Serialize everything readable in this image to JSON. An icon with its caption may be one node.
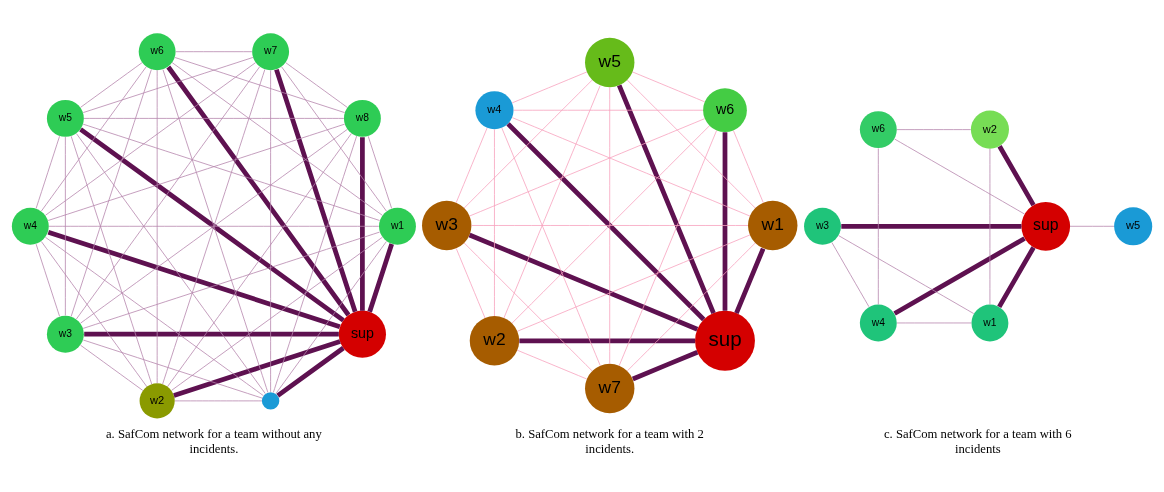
{
  "diagram": {
    "nodes": [
      {
        "text": [
          "sup"
        ]
      },
      {
        "text": [
          "w1"
        ]
      },
      {
        "text": [
          "w2"
        ]
      },
      {
        "text": [
          "w3"
        ]
      },
      {
        "text": [
          "w4"
        ]
      },
      {
        "text": [
          "w5"
        ]
      },
      {
        "text": [
          "w6"
        ]
      },
      {
        "text": [
          "w7"
        ]
      },
      {
        "text": [
          "w8"
        ]
      },
      {
        "text": [],
        "shape": "circle"
      },
      {
        "text": [
          "sup"
        ]
      },
      {
        "text": [
          "w1"
        ]
      },
      {
        "text": [
          "w2"
        ]
      },
      {
        "text": [
          "w3"
        ]
      },
      {
        "text": [
          "w4"
        ]
      },
      {
        "text": [
          "w5"
        ]
      },
      {
        "text": [
          "w6"
        ]
      },
      {
        "text": [
          "w7"
        ]
      },
      {
        "text": [
          "sup"
        ]
      },
      {
        "text": [
          "w1"
        ]
      },
      {
        "text": [
          "w2"
        ]
      },
      {
        "text": [
          "w3"
        ]
      },
      {
        "text": [
          "w4"
        ]
      },
      {
        "text": [
          "w5"
        ]
      },
      {
        "text": [
          "w6"
        ]
      }
    ],
    "edges": [
      {
        "from": 0,
        "to": 1,
        "arrow": "none",
        "style": "thick",
        "color": "#5e1150"
      },
      {
        "from": 0,
        "to": 2,
        "arrow": "none",
        "style": "thick",
        "color": "#5e1150"
      },
      {
        "from": 0,
        "to": 3,
        "arrow": "none",
        "style": "thick",
        "color": "#5e1150"
      },
      {
        "from": 0,
        "to": 4,
        "arrow": "none",
        "style": "thick",
        "color": "#5e1150"
      },
      {
        "from": 0,
        "to": 5,
        "arrow": "none",
        "style": "thick",
        "color": "#5e1150"
      },
      {
        "from": 0,
        "to": 6,
        "arrow": "none",
        "style": "thick",
        "color": "#5e1150"
      },
      {
        "from": 0,
        "to": 7,
        "arrow": "none",
        "style": "thick",
        "color": "#5e1150"
      },
      {
        "from": 0,
        "to": 8,
        "arrow": "none",
        "style": "thick",
        "color": "#5e1150"
      },
      {
        "from": 0,
        "to": 9,
        "arrow": "none",
        "style": "thick",
        "color": "#5e1150"
      },
      {
        "from": 1,
        "to": 2,
        "arrow": "none"
      },
      {
        "from": 1,
        "to": 3,
        "arrow": "none"
      },
      {
        "from": 1,
        "to": 4,
        "arrow": "none"
      },
      {
        "from": 1,
        "to": 5,
        "arrow": "none"
      },
      {
        "from": 1,
        "to": 6,
        "arrow": "none"
      },
      {
        "from": 1,
        "to": 7,
        "arrow": "none"
      },
      {
        "from": 1,
        "to": 8,
        "arrow": "none"
      },
      {
        "from": 1,
        "to": 9,
        "arrow": "none"
      },
      {
        "from": 2,
        "to": 3,
        "arrow": "none"
      },
      {
        "from": 2,
        "to": 4,
        "arrow": "none"
      },
      {
        "from": 2,
        "to": 5,
        "arrow": "none"
      },
      {
        "from": 2,
        "to": 6,
        "arrow": "none"
      },
      {
        "from": 2,
        "to": 7,
        "arrow": "none"
      },
      {
        "from": 2,
        "to": 8,
        "arrow": "none"
      },
      {
        "from": 2,
        "to": 9,
        "arrow": "none"
      },
      {
        "from": 3,
        "to": 4,
        "arrow": "none"
      },
      {
        "from": 3,
        "to": 5,
        "arrow": "none"
      },
      {
        "from": 3,
        "to": 6,
        "arrow": "none"
      },
      {
        "from": 3,
        "to": 7,
        "arrow": "none"
      },
      {
        "from": 3,
        "to": 8,
        "arrow": "none"
      },
      {
        "from": 3,
        "to": 9,
        "arrow": "none"
      },
      {
        "from": 4,
        "to": 5,
        "arrow": "none"
      },
      {
        "from": 4,
        "to": 6,
        "arrow": "none"
      },
      {
        "from": 4,
        "to": 7,
        "arrow": "none"
      },
      {
        "from": 4,
        "to": 8,
        "arrow": "none"
      },
      {
        "from": 4,
        "to": 9,
        "arrow": "none"
      },
      {
        "from": 5,
        "to": 6,
        "arrow": "none"
      },
      {
        "from": 5,
        "to": 7,
        "arrow": "none"
      },
      {
        "from": 5,
        "to": 8,
        "arrow": "none"
      },
      {
        "from": 5,
        "to": 9,
        "arrow": "none"
      },
      {
        "from": 6,
        "to": 7,
        "arrow": "none"
      },
      {
        "from": 6,
        "to": 8,
        "arrow": "none"
      },
      {
        "from": 6,
        "to": 9,
        "arrow": "none"
      },
      {
        "from": 7,
        "to": 8,
        "arrow": "none"
      },
      {
        "from": 7,
        "to": 9,
        "arrow": "none"
      },
      {
        "from": 8,
        "to": 9,
        "arrow": "none"
      },
      {
        "from": 10,
        "to": 11,
        "arrow": "none",
        "style": "thick",
        "color": "#5e1150"
      },
      {
        "from": 10,
        "to": 12,
        "arrow": "none",
        "style": "thick",
        "color": "#5e1150"
      },
      {
        "from": 10,
        "to": 13,
        "arrow": "none",
        "style": "thick",
        "color": "#5e1150"
      },
      {
        "from": 10,
        "to": 14,
        "arrow": "none",
        "style": "thick",
        "color": "#5e1150"
      },
      {
        "from": 10,
        "to": 15,
        "arrow": "none",
        "style": "thick",
        "color": "#5e1150"
      },
      {
        "from": 10,
        "to": 16,
        "arrow": "none",
        "style": "thick",
        "color": "#5e1150"
      },
      {
        "from": 10,
        "to": 17,
        "arrow": "none",
        "style": "thick",
        "color": "#5e1150"
      },
      {
        "from": 11,
        "to": 12,
        "arrow": "none",
        "color": "#f7a1bd"
      },
      {
        "from": 11,
        "to": 13,
        "arrow": "none",
        "color": "#f7a1bd"
      },
      {
        "from": 11,
        "to": 14,
        "arrow": "none",
        "color": "#f7a1bd"
      },
      {
        "from": 11,
        "to": 15,
        "arrow": "none",
        "color": "#f7a1bd"
      },
      {
        "from": 11,
        "to": 16,
        "arrow": "none",
        "color": "#f7a1bd"
      },
      {
        "from": 11,
        "to": 17,
        "arrow": "none",
        "color": "#f7a1bd"
      },
      {
        "from": 12,
        "to": 13,
        "arrow": "none",
        "color": "#f7a1bd"
      },
      {
        "from": 12,
        "to": 14,
        "arrow": "none",
        "color": "#f7a1bd"
      },
      {
        "from": 12,
        "to": 15,
        "arrow": "none",
        "color": "#f7a1bd"
      },
      {
        "from": 12,
        "to": 16,
        "arrow": "none",
        "color": "#f7a1bd"
      },
      {
        "from": 12,
        "to": 17,
        "arrow": "none",
        "color": "#f7a1bd"
      },
      {
        "from": 13,
        "to": 14,
        "arrow": "none",
        "color": "#f7a1bd"
      },
      {
        "from": 13,
        "to": 15,
        "arrow": "none",
        "color": "#f7a1bd"
      },
      {
        "from": 13,
        "to": 16,
        "arrow": "none",
        "color": "#f7a1bd"
      },
      {
        "from": 13,
        "to": 17,
        "arrow": "none",
        "color": "#f7a1bd"
      },
      {
        "from": 14,
        "to": 15,
        "arrow": "none",
        "color": "#f7a1bd"
      },
      {
        "from": 14,
        "to": 16,
        "arrow": "none",
        "color": "#f7a1bd"
      },
      {
        "from": 14,
        "to": 17,
        "arrow": "none",
        "color": "#f7a1bd"
      },
      {
        "from": 15,
        "to": 16,
        "arrow": "none",
        "color": "#f7a1bd"
      },
      {
        "from": 15,
        "to": 17,
        "arrow": "none",
        "color": "#f7a1bd"
      },
      {
        "from": 16,
        "to": 17,
        "arrow": "none",
        "color": "#f7a1bd"
      },
      {
        "from": 18,
        "to": 21,
        "arrow": "none",
        "style": "thick",
        "color": "#5e1150"
      },
      {
        "from": 18,
        "to": 19,
        "arrow": "none",
        "style": "thick",
        "color": "#5e1150"
      },
      {
        "from": 18,
        "to": 20,
        "arrow": "none",
        "style": "thick",
        "color": "#5e1150"
      },
      {
        "from": 18,
        "to": 22,
        "arrow": "none",
        "style": "thick",
        "color": "#5e1150"
      },
      {
        "from": 18,
        "to": 23,
        "arrow": "none"
      },
      {
        "from": 18,
        "to": 24,
        "arrow": "none"
      },
      {
        "from": 21,
        "to": 19,
        "arrow": "none"
      },
      {
        "from": 21,
        "to": 22,
        "arrow": "none"
      },
      {
        "from": 19,
        "to": 22,
        "arrow": "none"
      },
      {
        "from": 19,
        "to": 20,
        "arrow": "none"
      },
      {
        "from": 20,
        "to": 24,
        "arrow": "none"
      },
      {
        "from": 22,
        "to": 24,
        "arrow": "none"
      }
    ],
    "labels": [
      "a. SafCom network for a team without any incidents.",
      "b. SafCom network for a team with 2 incidents.",
      "c. SafCom network for a team with 6 incidents"
    ]
  }
}
